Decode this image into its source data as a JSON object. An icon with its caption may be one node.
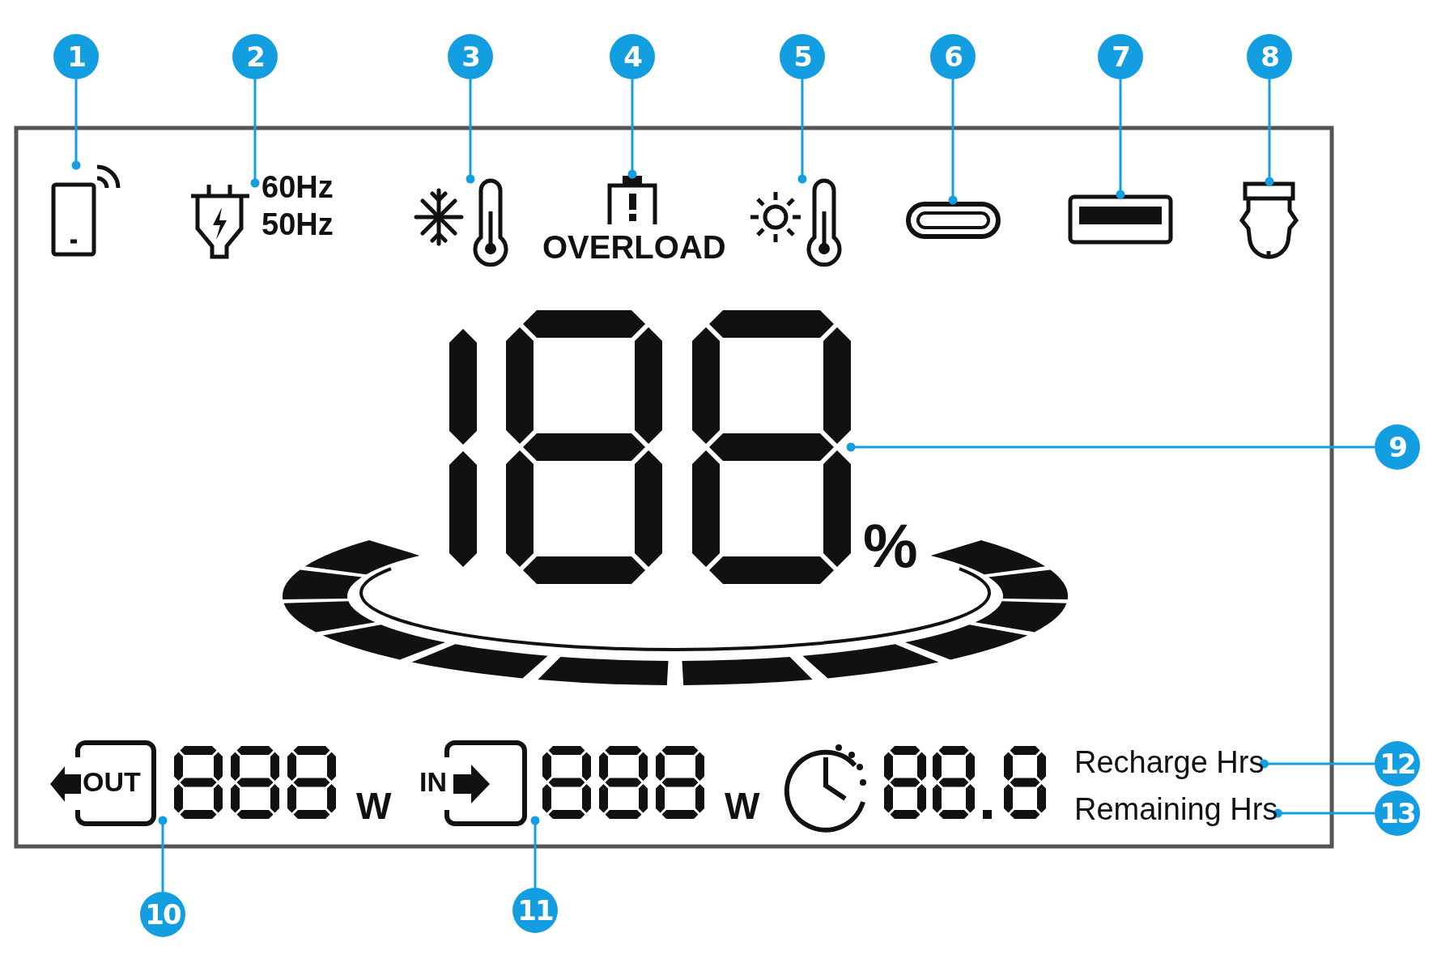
{
  "diagram": {
    "nodes": [
      {
        "text": [
          "1"
        ]
      },
      {
        "text": [
          "2"
        ]
      },
      {
        "text": [
          "3"
        ]
      },
      {
        "text": [
          "4"
        ]
      },
      {
        "text": [
          "5"
        ]
      },
      {
        "text": [
          "6"
        ]
      },
      {
        "text": [
          "7"
        ]
      },
      {
        "text": [
          "8"
        ]
      },
      {
        "text": [
          "9"
        ]
      },
      {
        "text": [
          "10"
        ]
      },
      {
        "text": [
          "11"
        ]
      },
      {
        "text": [
          "12"
        ]
      },
      {
        "text": [
          "13"
        ]
      },
      {
        "text": [],
        "shape": "picture"
      },
      {
        "text": [],
        "shape": "picture"
      },
      {
        "text": [],
        "shape": "picture"
      },
      {
        "text": [],
        "shape": "picture"
      },
      {
        "text": [],
        "shape": "picture"
      },
      {
        "text": [],
        "shape": "picture"
      },
      {
        "text": [],
        "shape": "picture"
      },
      {
        "text": [],
        "shape": "picture"
      },
      {
        "text": [],
        "shape": "picture"
      },
      {
        "text": [],
        "shape": "picture"
      },
      {
        "text": [],
        "shape": "picture"
      },
      {
        "text": [
          "Recharge Hrs"
        ]
      },
      {
        "text": [
          "Remaining Hrs"
        ]
      }
    ],
    "edges": [
      {
        "from": 0,
        "to": 13,
        "arrow": "other"
      },
      {
        "from": 1,
        "to": 14,
        "arrow": "other"
      },
      {
        "from": 2,
        "to": 15,
        "arrow": "other"
      },
      {
        "from": 3,
        "to": 16,
        "arrow": "other"
      },
      {
        "from": 4,
        "to": 17,
        "arrow": "other"
      },
      {
        "from": 5,
        "to": 18,
        "arrow": "other"
      },
      {
        "from": 6,
        "to": 19,
        "arrow": "other"
      },
      {
        "from": 7,
        "to": 20,
        "arrow": "other"
      },
      {
        "from": 8,
        "to": 21,
        "arrow": "other"
      },
      {
        "from": 9,
        "to": 22,
        "arrow": "other"
      },
      {
        "from": 10,
        "to": 23,
        "arrow": "other"
      },
      {
        "from": 11,
        "to": 24,
        "arrow": "other"
      },
      {
        "from": 12,
        "to": 25,
        "arrow": "other"
      }
    ],
    "labels": [
      "60Hz",
      "50Hz",
      "OVERLOAD",
      "%",
      "OUT",
      "W",
      "IN",
      "W"
    ]
  }
}
